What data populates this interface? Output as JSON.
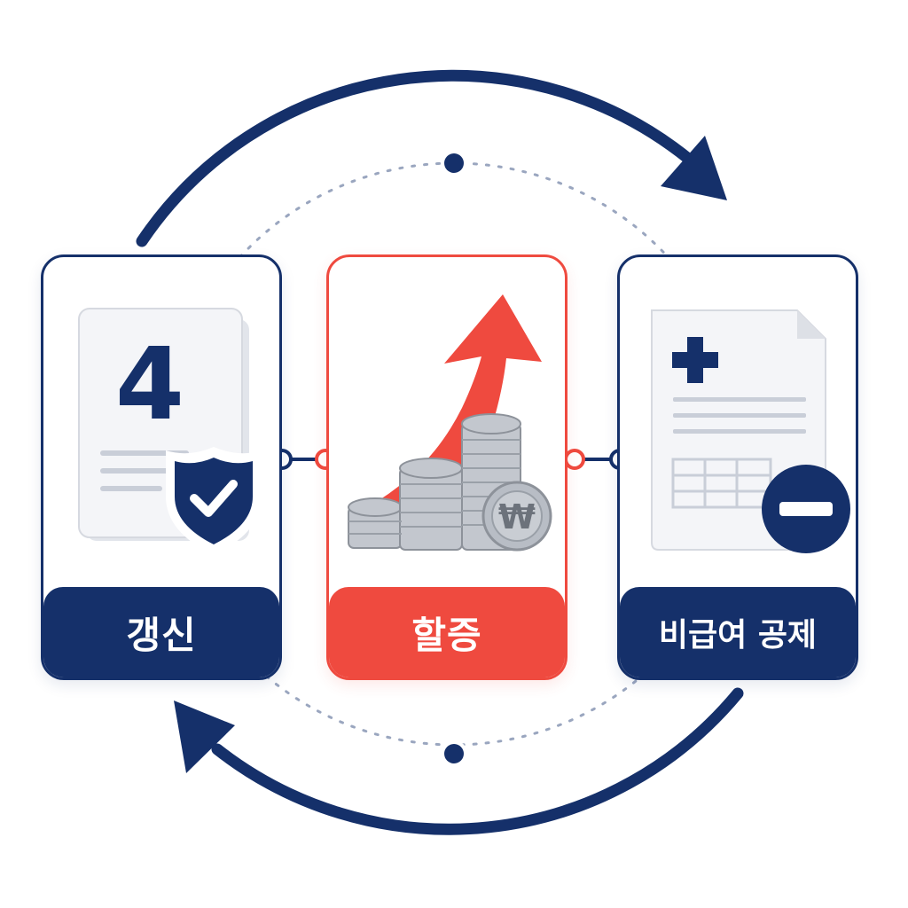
{
  "steps": [
    {
      "label": "갱신",
      "icon": "renewal-document-shield-icon",
      "digit": "4",
      "accent": "#15306a"
    },
    {
      "label": "할증",
      "icon": "rising-arrow-coins-icon",
      "coin_symbol": "₩",
      "accent": "#ef4a3f"
    },
    {
      "label": "비급여 공제",
      "icon": "medical-document-minus-icon",
      "accent": "#15306a"
    }
  ],
  "colors": {
    "navy": "#15306a",
    "red": "#ef4a3f",
    "silver": "#b7bcc3",
    "dotted": "#9aa6bf"
  }
}
